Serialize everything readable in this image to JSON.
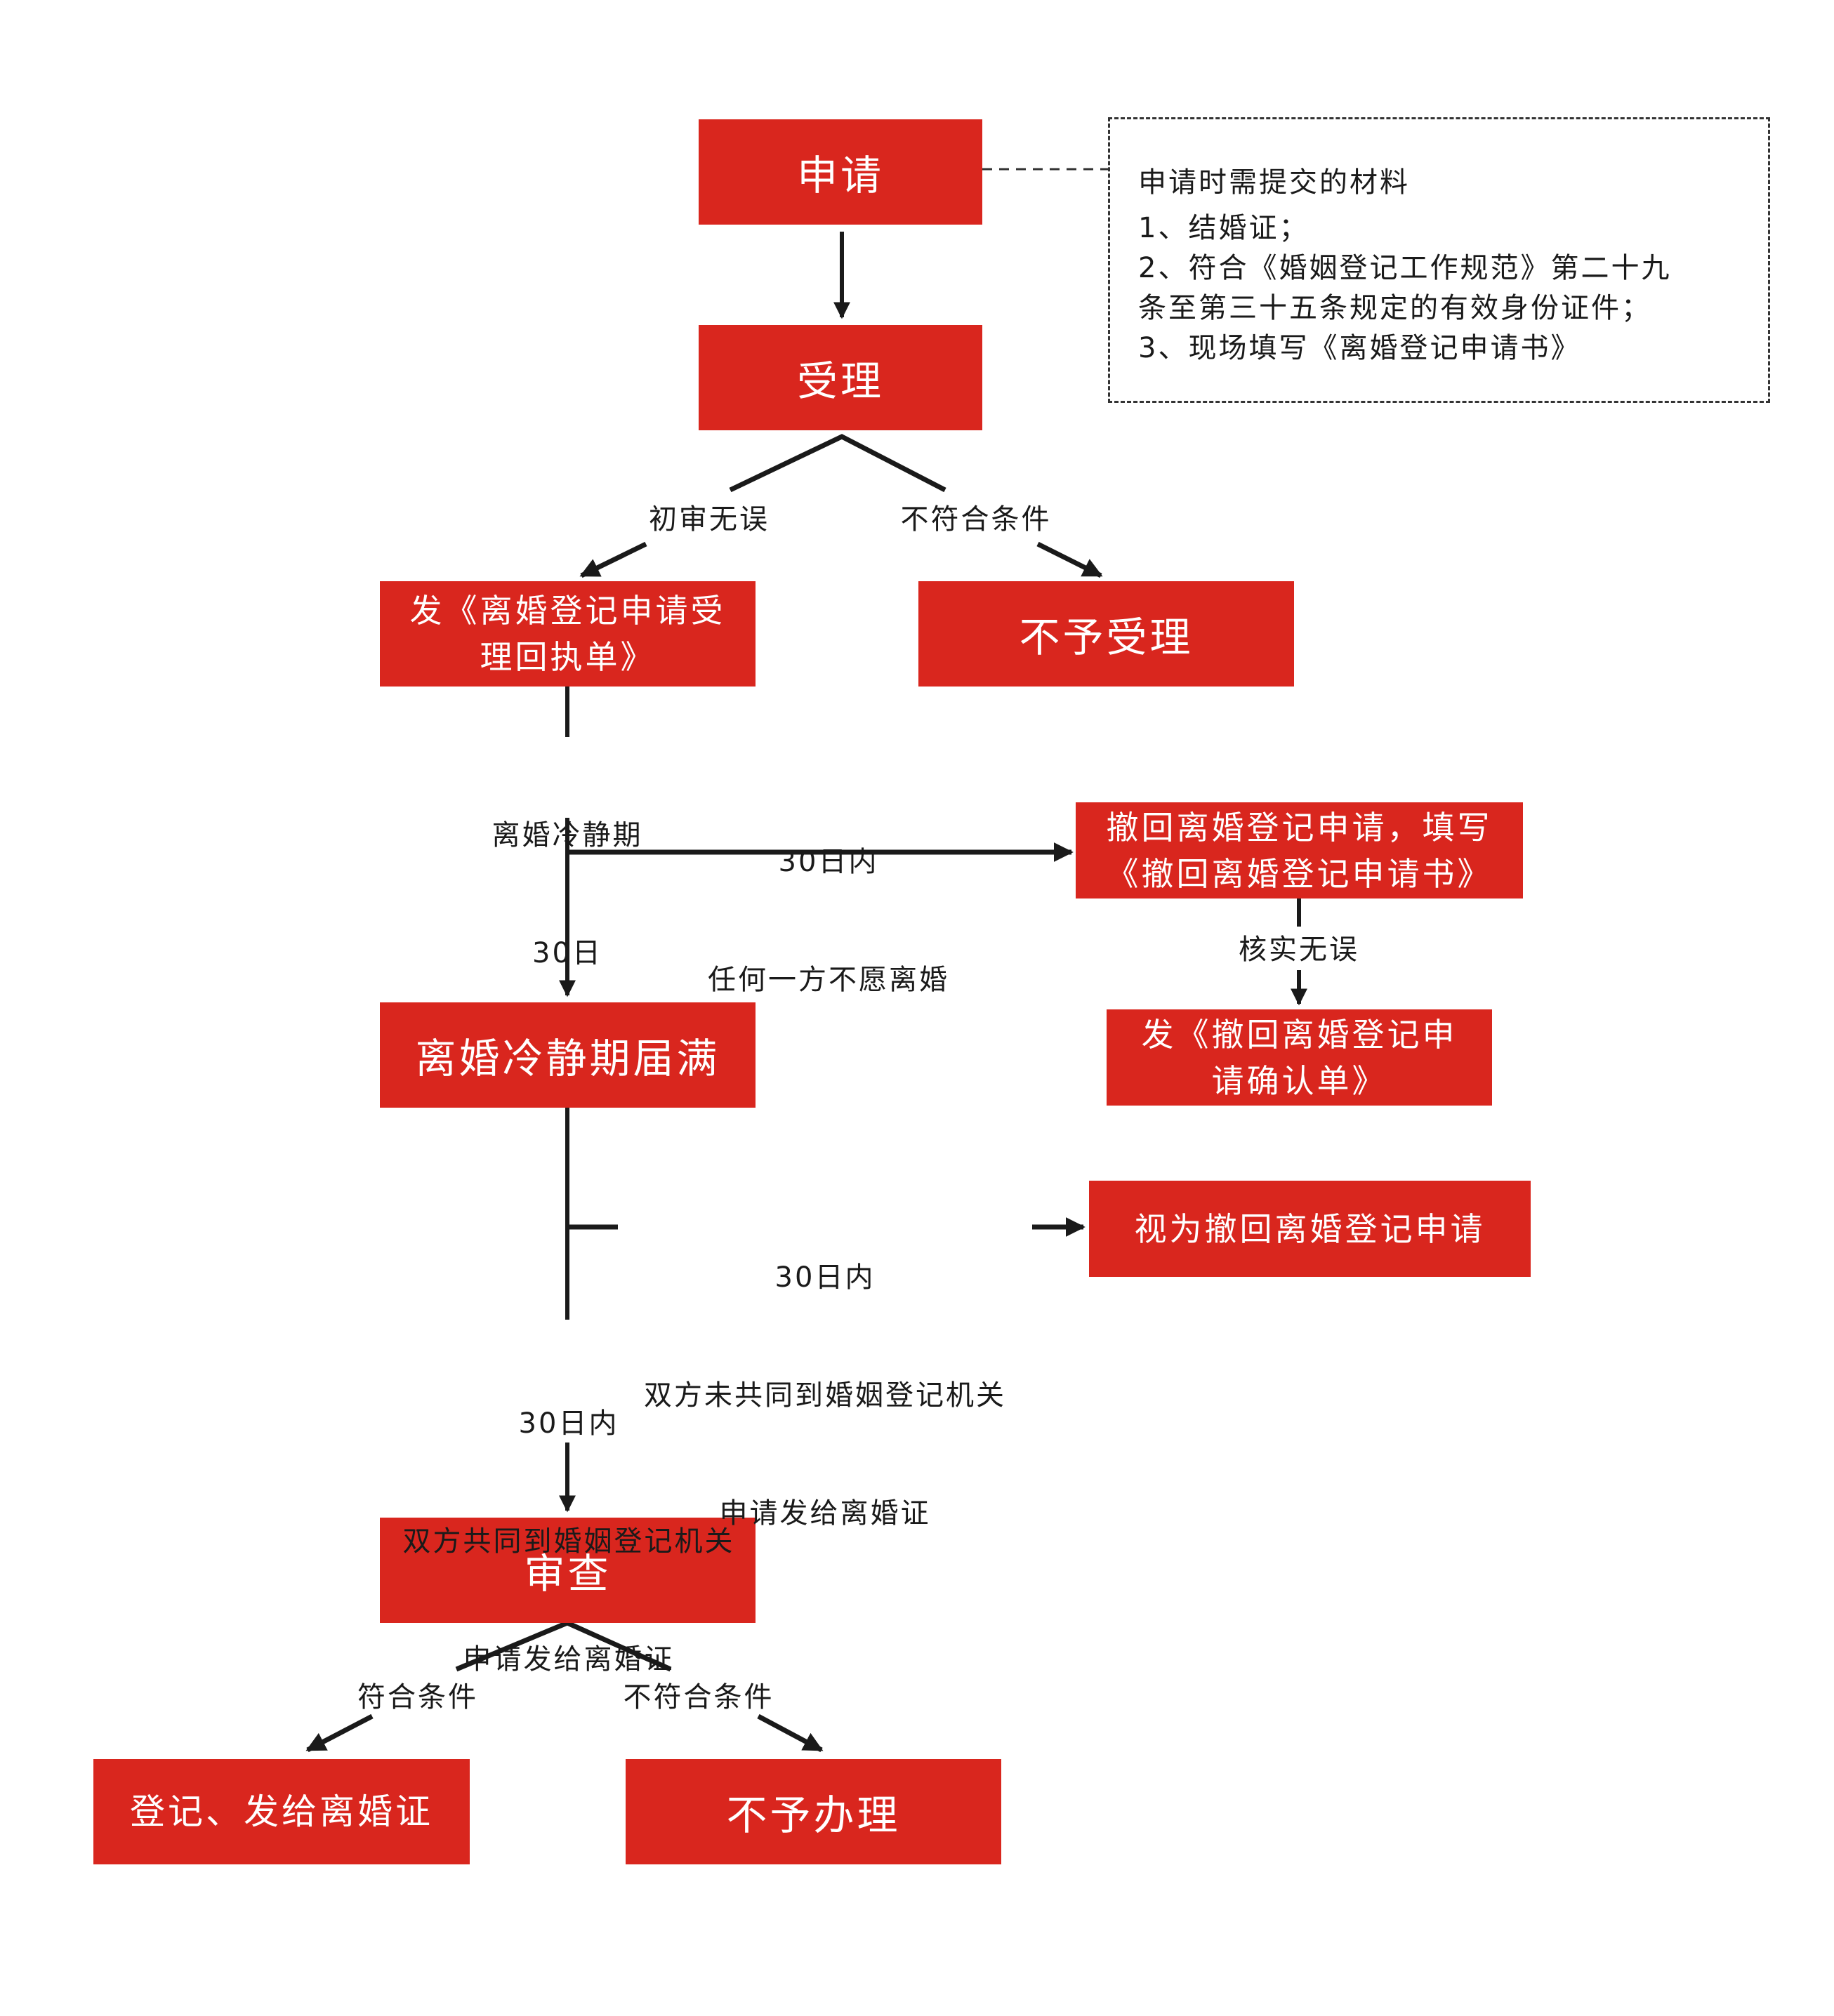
{
  "nodes": {
    "apply": "申请",
    "accept": "受理",
    "receipt": [
      "发《离婚登记申请受",
      "理回执单》"
    ],
    "reject_accept": "不予受理",
    "withdraw": [
      "撤回离婚登记申请，填写",
      "《撤回离婚登记申请书》"
    ],
    "withdraw_confirm": [
      "发《撤回离婚登记申",
      "请确认单》"
    ],
    "cooling_end": "离婚冷静期届满",
    "deemed_withdraw": "视为撤回离婚登记申请",
    "review": "审查",
    "register": "登记、发给离婚证",
    "reject_handle": "不予办理"
  },
  "note": {
    "title": "申请时需提交的材料",
    "lines": [
      "1、结婚证；",
      "2、符合《婚姻登记工作规范》第二十九",
      "条至第三十五条规定的有效身份证件；",
      "3、现场填写《离婚登记申请书》"
    ]
  },
  "edge_labels": {
    "initial_ok": "初审无误",
    "not_qualified_1": "不符合条件",
    "cooling_period": [
      "离婚冷静期",
      "30日"
    ],
    "any_party_unwilling": [
      "30日内",
      "任何一方不愿离婚"
    ],
    "verified": "核实无误",
    "both_not_applied": [
      "30日内",
      "双方未共同到婚姻登记机关",
      "申请发给离婚证"
    ],
    "both_applied": [
      "30日内",
      "双方共同到婚姻登记机关",
      "申请发给离婚证"
    ],
    "qualified": "符合条件",
    "not_qualified_2": "不符合条件"
  },
  "colors": {
    "box": "#D9261E",
    "line": "#1a1a1a"
  }
}
